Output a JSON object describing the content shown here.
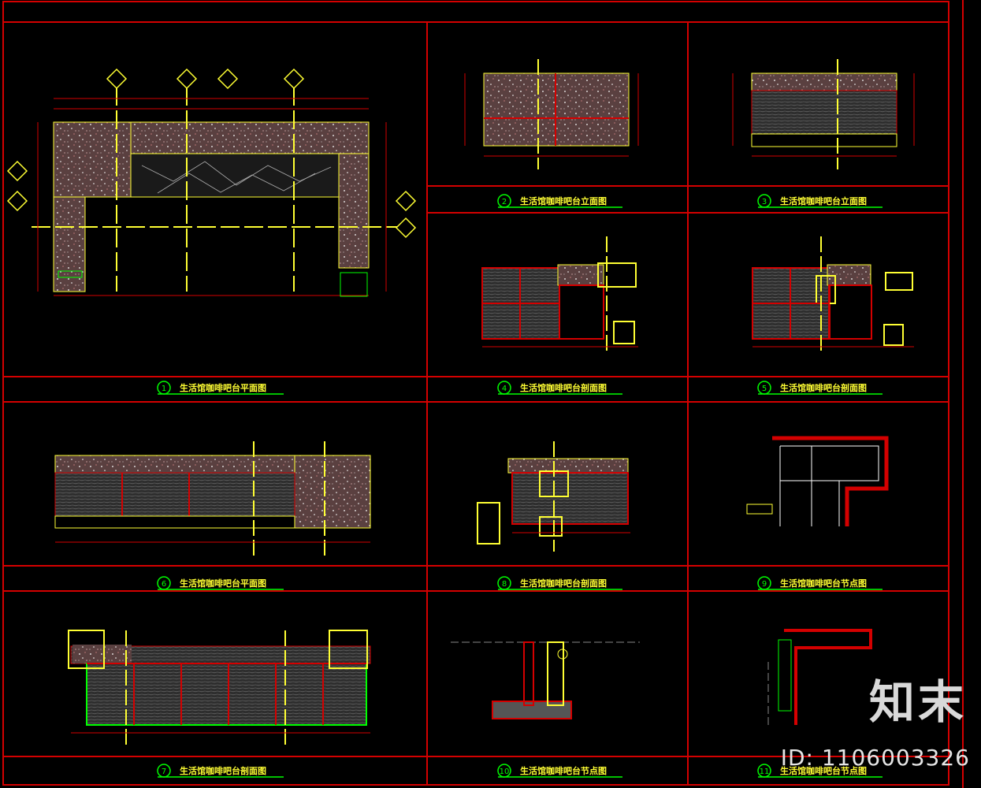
{
  "colors": {
    "frame": "#d40000",
    "axis": "#ffff33",
    "title_green": "#00ff00",
    "stone": "#7a5a5a",
    "panel": "#3a3a3a"
  },
  "watermark": {
    "brand": "知末",
    "id_text": "ID: 1106003326"
  },
  "panels": [
    {
      "num": "1",
      "title": "生活馆咖啡吧台平面图"
    },
    {
      "num": "2",
      "title": "生活馆咖啡吧台立面图"
    },
    {
      "num": "3",
      "title": "生活馆咖啡吧台立面图"
    },
    {
      "num": "4",
      "title": "生活馆咖啡吧台剖面图"
    },
    {
      "num": "5",
      "title": "生活馆咖啡吧台剖面图"
    },
    {
      "num": "6",
      "title": "生活馆咖啡吧台平面图"
    },
    {
      "num": "7",
      "title": "生活馆咖啡吧台剖面图"
    },
    {
      "num": "8",
      "title": "生活馆咖啡吧台剖面图"
    },
    {
      "num": "9",
      "title": "生活馆咖啡吧台节点图"
    },
    {
      "num": "10",
      "title": "生活馆咖啡吧台节点图"
    },
    {
      "num": "11",
      "title": "生活馆咖啡吧台节点图"
    }
  ]
}
